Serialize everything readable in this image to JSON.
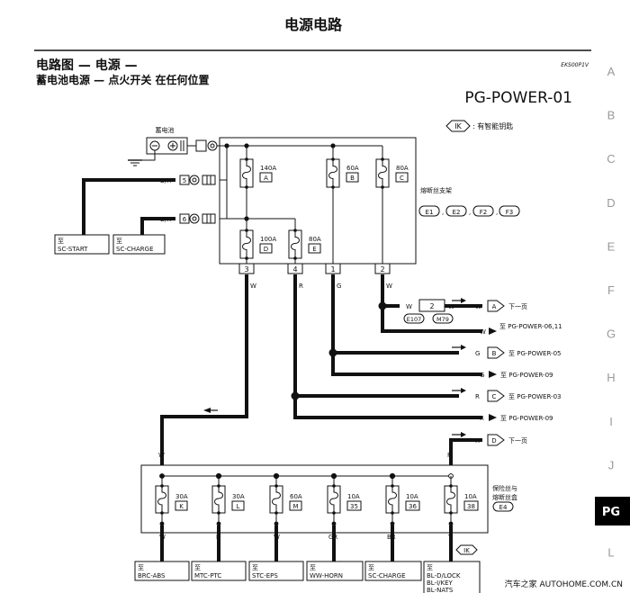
{
  "page": {
    "header": "电源电路",
    "section_title": "电路图 — 电源 —",
    "subtitle": "蓄电池电源 — 点火开关 在任何位置",
    "code": "EKS00P1V",
    "diagram_id": "PG-POWER-01",
    "legend_tag": "IK",
    "legend_text": ": 有智能钥匙",
    "watermark": "汽车之家  AUTOHOME.COM.CN"
  },
  "side_tabs": [
    "A",
    "B",
    "C",
    "D",
    "E",
    "F",
    "G",
    "H",
    "I",
    "J",
    "PG",
    "L"
  ],
  "active_tab": "PG",
  "battery": {
    "label": "蓄电池"
  },
  "fusible_link": {
    "label": "熔断丝支架",
    "connectors": [
      "E1",
      "E2",
      "F2",
      "F3"
    ],
    "fuses": [
      {
        "amp": "140A",
        "id": "A"
      },
      {
        "amp": "60A",
        "id": "B"
      },
      {
        "amp": "80A",
        "id": "C"
      },
      {
        "amp": "100A",
        "id": "D"
      },
      {
        "amp": "80A",
        "id": "E"
      }
    ],
    "bottom_terminals": [
      "3",
      "4",
      "1",
      "2"
    ]
  },
  "left_wires": [
    {
      "color": "B/R",
      "pin": "5",
      "dest_prefix": "至",
      "dest": "SC-START"
    },
    {
      "color": "B/R",
      "pin": "6",
      "dest_prefix": "至",
      "dest": "SC-CHARGE"
    }
  ],
  "wire_labels": {
    "w3": "W",
    "w4": "R",
    "w1": "G",
    "w2": "W"
  },
  "joint_connector": {
    "pin": "2",
    "refs": [
      "E107",
      "M79"
    ],
    "wire": "W"
  },
  "right_outputs": [
    {
      "color": "W",
      "tag": "A",
      "text": "下一页"
    },
    {
      "color": "W",
      "tag": "",
      "text": "至 PG-POWER-06,11"
    },
    {
      "color": "G",
      "tag": "B",
      "text": "至 PG-POWER-05"
    },
    {
      "color": "G",
      "tag": "",
      "text": "至 PG-POWER-09"
    },
    {
      "color": "R",
      "tag": "C",
      "text": "至 PG-POWER-03"
    },
    {
      "color": "R",
      "tag": "",
      "text": "至 PG-POWER-09"
    },
    {
      "color": "R",
      "tag": "D",
      "text": "下一页"
    }
  ],
  "fuse_box": {
    "label_line1": "保险丝与",
    "label_line2": "熔断丝盒",
    "connector": "E4",
    "input_labels": [
      "W",
      "R"
    ],
    "fuses": [
      {
        "amp": "30A",
        "id": "K",
        "wire": "W",
        "dest": "BRC-ABS"
      },
      {
        "amp": "30A",
        "id": "L",
        "wire": "R",
        "dest": "MTC-PTC"
      },
      {
        "amp": "60A",
        "id": "M",
        "wire": "W",
        "dest": "STC-EPS"
      },
      {
        "amp": "10A",
        "id": "35",
        "wire": "GR",
        "dest": "WW-HORN"
      },
      {
        "amp": "10A",
        "id": "36",
        "wire": "BR",
        "dest": "SC-CHARGE"
      },
      {
        "amp": "10A",
        "id": "38",
        "wire": "Y",
        "dest": "BL-D/LOCK"
      }
    ],
    "dest_prefix": "至",
    "last_dest_extra": [
      "BL-I/KEY",
      "BL-NATS"
    ],
    "ik_tag": "IK"
  }
}
